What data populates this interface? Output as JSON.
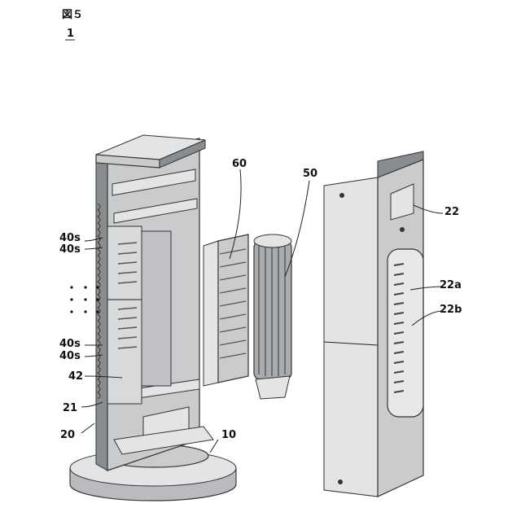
{
  "figure": {
    "title": "図５",
    "ref_main": "1"
  },
  "labels": {
    "fan_unit": "60",
    "fan": "50",
    "cover": "22",
    "cover_a": "22a",
    "cover_b": "22b",
    "fins_top1": "40s",
    "fins_top2": "40s",
    "fins_bot1": "40s",
    "fins_bot2": "40s",
    "heater": "42",
    "frame": "21",
    "housing": "20",
    "base": "10"
  }
}
